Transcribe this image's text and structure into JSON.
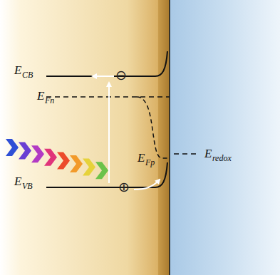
{
  "diagram": {
    "labels": [
      "E",
      "CB",
      "E",
      "Fn",
      "E",
      "redox",
      "E",
      "Fp",
      "E",
      "VB",
      "⊖",
      "⊕"
    ]
  }
}
